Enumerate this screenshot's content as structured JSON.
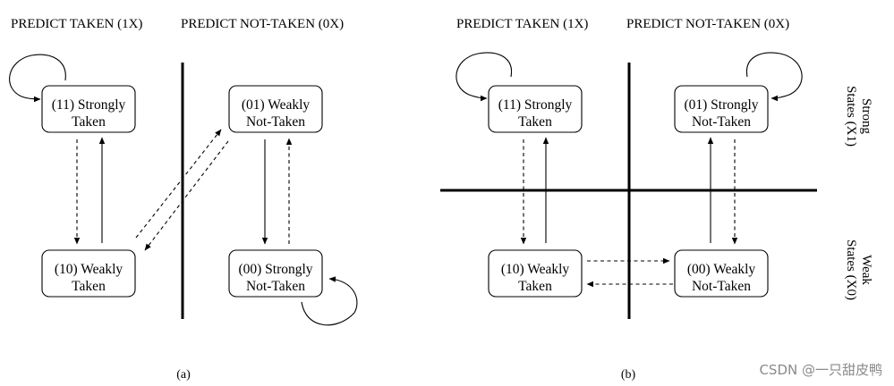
{
  "left": {
    "header_taken": "PREDICT TAKEN (1X)",
    "header_not_taken": "PREDICT NOT-TAKEN (0X)",
    "states": {
      "s11": [
        "(11) Strongly",
        "Taken"
      ],
      "s10": [
        "(10) Weakly",
        "Taken"
      ],
      "s01": [
        "(01) Weakly",
        "Not-Taken"
      ],
      "s00": [
        "(00) Strongly",
        "Not-Taken"
      ]
    },
    "caption": "(a)"
  },
  "right": {
    "header_taken": "PREDICT TAKEN (1X)",
    "header_not_taken": "PREDICT NOT-TAKEN (0X)",
    "states": {
      "s11": [
        "(11) Strongly",
        "Taken"
      ],
      "s10": [
        "(10) Weakly",
        "Taken"
      ],
      "s01": [
        "(01) Strongly",
        "Not-Taken"
      ],
      "s00": [
        "(00) Weakly",
        "Not-Taken"
      ]
    },
    "side_strong": [
      "Strong",
      "States (X1)"
    ],
    "side_weak": [
      "Weak",
      "States (X0)"
    ],
    "caption": "(b)"
  },
  "watermark": "CSDN @一只甜皮鸭"
}
